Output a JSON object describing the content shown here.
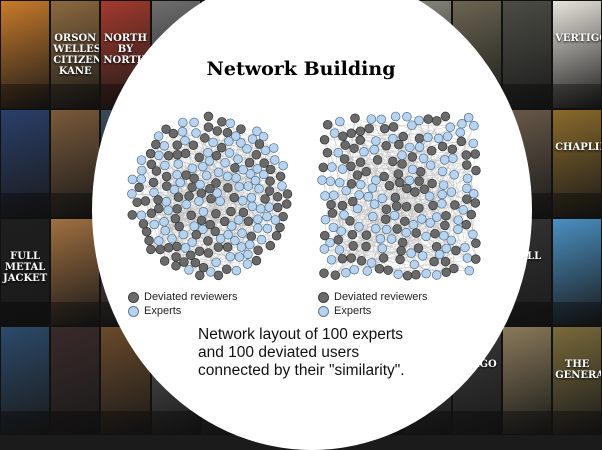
{
  "slide": {
    "title": "Network Building",
    "caption": "Network layout of 100 experts and 100 deviated users connected by their \"similarity\"."
  },
  "posters": [
    {
      "title": "",
      "bg": "#c97b2a"
    },
    {
      "title": "ORSON WELLES CITIZEN KANE",
      "bg": "#8c6a3f"
    },
    {
      "title": "NORTH BY NORTHWEST",
      "bg": "#a33a2c"
    },
    {
      "title": "",
      "bg": "#6f6f6f"
    },
    {
      "title": "",
      "bg": "#5a5a5a"
    },
    {
      "title": "",
      "bg": "#7a7060"
    },
    {
      "title": "",
      "bg": "#4a4a4a"
    },
    {
      "title": "",
      "bg": "#5c5c50"
    },
    {
      "title": "",
      "bg": "#8a8a80"
    },
    {
      "title": "",
      "bg": "#6b6552"
    },
    {
      "title": "",
      "bg": "#4d4d46"
    },
    {
      "title": "VERTIGO",
      "bg": "#e8e4dc"
    },
    {
      "title": "",
      "bg": "#2a3f6a"
    },
    {
      "title": "",
      "bg": "#7a5a3a"
    },
    {
      "title": "",
      "bg": "#3a4a5a"
    },
    {
      "title": "",
      "bg": "#5a4a3a"
    },
    {
      "title": "",
      "bg": "#4a5a4a"
    },
    {
      "title": "",
      "bg": "#555"
    },
    {
      "title": "",
      "bg": "#666"
    },
    {
      "title": "",
      "bg": "#5a5a5a"
    },
    {
      "title": "",
      "bg": "#4a4a4a"
    },
    {
      "title": "",
      "bg": "#3b3b3b"
    },
    {
      "title": "",
      "bg": "#6a5a4a"
    },
    {
      "title": "CHAPLIN",
      "bg": "#8a6a2a"
    },
    {
      "title": "FULL METAL JACKET",
      "bg": "#1e1e1e"
    },
    {
      "title": "",
      "bg": "#a07040"
    },
    {
      "title": "",
      "bg": "#5a4a4a"
    },
    {
      "title": "",
      "bg": "#555"
    },
    {
      "title": "",
      "bg": "#4a4a4a"
    },
    {
      "title": "",
      "bg": "#5a5a5a"
    },
    {
      "title": "",
      "bg": "#555"
    },
    {
      "title": "",
      "bg": "#4a4a4a"
    },
    {
      "title": "",
      "bg": "#666"
    },
    {
      "title": "",
      "bg": "#3a3a3a"
    },
    {
      "title": "FALL",
      "bg": "#333"
    },
    {
      "title": "",
      "bg": "#4a90c2"
    },
    {
      "title": "",
      "bg": "#2c4a6a"
    },
    {
      "title": "",
      "bg": "#3a2a2a"
    },
    {
      "title": "",
      "bg": "#6a4a2a"
    },
    {
      "title": "",
      "bg": "#555"
    },
    {
      "title": "",
      "bg": "#4a4a4a"
    },
    {
      "title": "",
      "bg": "#555"
    },
    {
      "title": "",
      "bg": "#4a4a4a"
    },
    {
      "title": "",
      "bg": "#555"
    },
    {
      "title": "",
      "bg": "#4a4a4a"
    },
    {
      "title": "FARGO",
      "bg": "#3a3a3a"
    },
    {
      "title": "",
      "bg": "#8a7a5a"
    },
    {
      "title": "THE GENERAL",
      "bg": "#7a6a3a"
    }
  ],
  "networks": [
    {
      "id": "left",
      "shape": "circle",
      "legend": [
        {
          "label": "Deviated reviewers",
          "color": "#6a6a6a"
        },
        {
          "label": "Experts",
          "color": "#b8d3ee"
        }
      ]
    },
    {
      "id": "right",
      "shape": "square",
      "legend": [
        {
          "label": "Deviated reviewers",
          "color": "#6a6a6a"
        },
        {
          "label": "Experts",
          "color": "#b8d3ee"
        }
      ]
    }
  ],
  "node_colors": {
    "deviated": "#6a6a6a",
    "expert": "#b8d3ee",
    "edge": "#bdbdbd"
  },
  "node_counts": {
    "experts": 100,
    "deviated": 100
  }
}
